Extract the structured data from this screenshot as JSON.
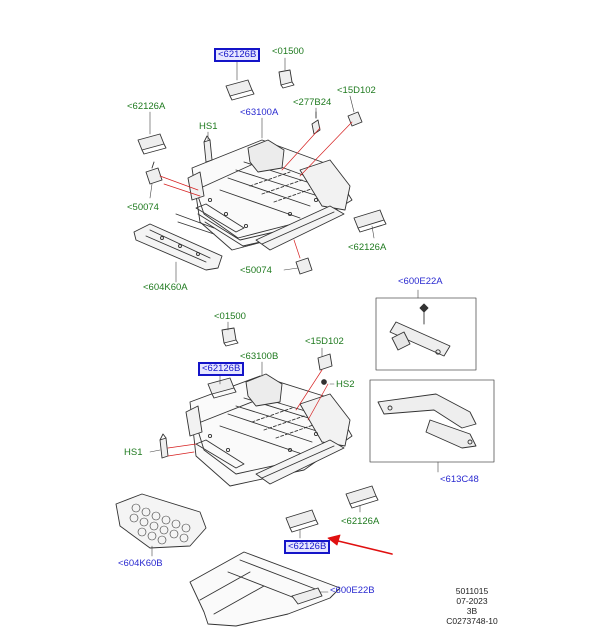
{
  "colors": {
    "label_green": "#1f7a1f",
    "label_blue": "#2a2ad0",
    "highlight_border": "#1414c8",
    "highlight_fill": "#e6e6ff",
    "leader_red": "#d62020",
    "pointer_arrow": "#e01010",
    "line_art": "#333333"
  },
  "labels": {
    "top_62126b": "<62126B",
    "top_01500": "<01500",
    "top_62126a_left": "<62126A",
    "top_63100a": "<63100A",
    "top_277b24": "<277B24",
    "top_15d102": "<15D102",
    "top_hs1": "HS1",
    "top_50074_left": "<50074",
    "top_62126a_right": "<62126A",
    "top_50074_bottom": "<50074",
    "top_604k60a": "<604K60A",
    "inset_600e22a": "<600E22A",
    "inset_613c48": "<613C48",
    "bot_01500": "<01500",
    "bot_62126b_upper": "<62126B",
    "bot_63100b": "<63100B",
    "bot_15d102": "<15D102",
    "bot_hs2": "HS2",
    "bot_hs1": "HS1",
    "bot_62126a": "<62126A",
    "bot_62126b_lower": "<62126B",
    "bot_604k60b": "<604K60B",
    "bot_600e22b": "<600E22B"
  },
  "stamp": {
    "line1": "5011015",
    "line2": "07-2023",
    "line3": "3B",
    "line4": "C0273748-10"
  }
}
